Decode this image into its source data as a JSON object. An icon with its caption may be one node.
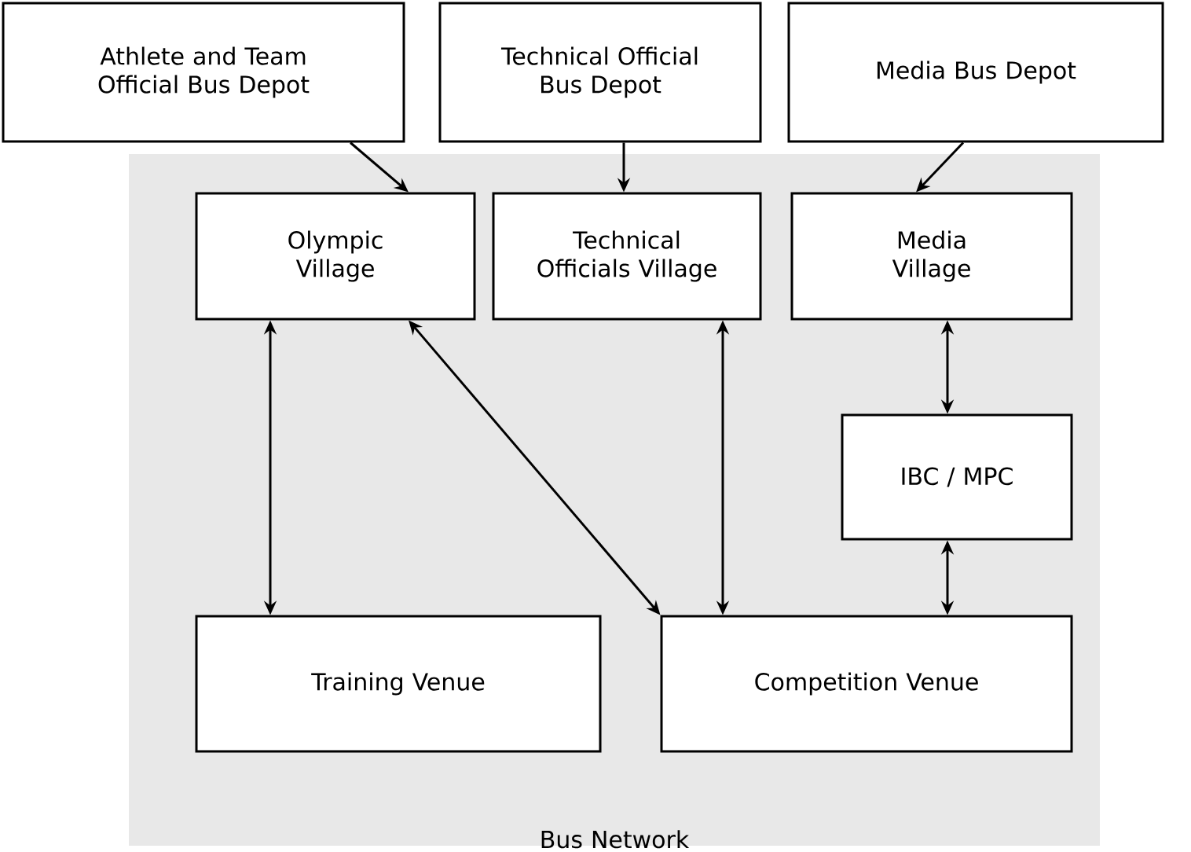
{
  "diagram": {
    "nodes": [
      {
        "text": [
          "Athlete and Team Official Bus Depot"
        ]
      },
      {
        "text": [
          "Technical Official Bus Depot"
        ]
      },
      {
        "text": [
          "Media Bus Depot"
        ]
      },
      {
        "text": [
          "Bus Network"
        ]
      },
      {
        "text": [
          "Olympic Village"
        ],
        "in": 3
      },
      {
        "text": [
          "Technical Officials Village"
        ],
        "in": 3
      },
      {
        "text": [
          "Media Village"
        ],
        "in": 3
      },
      {
        "text": [
          "IBC / MPC"
        ],
        "in": 3
      },
      {
        "text": [
          "Training Venue"
        ],
        "in": 3
      },
      {
        "text": [
          "Competition Venue"
        ],
        "in": 3
      }
    ],
    "edges": [
      {
        "from": 0,
        "to": 4,
        "arrow": "to"
      },
      {
        "from": 1,
        "to": 5,
        "arrow": "to"
      },
      {
        "from": 2,
        "to": 6,
        "arrow": "to"
      },
      {
        "from": 4,
        "to": 8,
        "arrow": "both"
      },
      {
        "from": 4,
        "to": 9,
        "arrow": "both"
      },
      {
        "from": 5,
        "to": 9,
        "arrow": "both"
      },
      {
        "from": 6,
        "to": 7,
        "arrow": "both"
      },
      {
        "from": 7,
        "to": 9,
        "arrow": "both"
      }
    ]
  }
}
